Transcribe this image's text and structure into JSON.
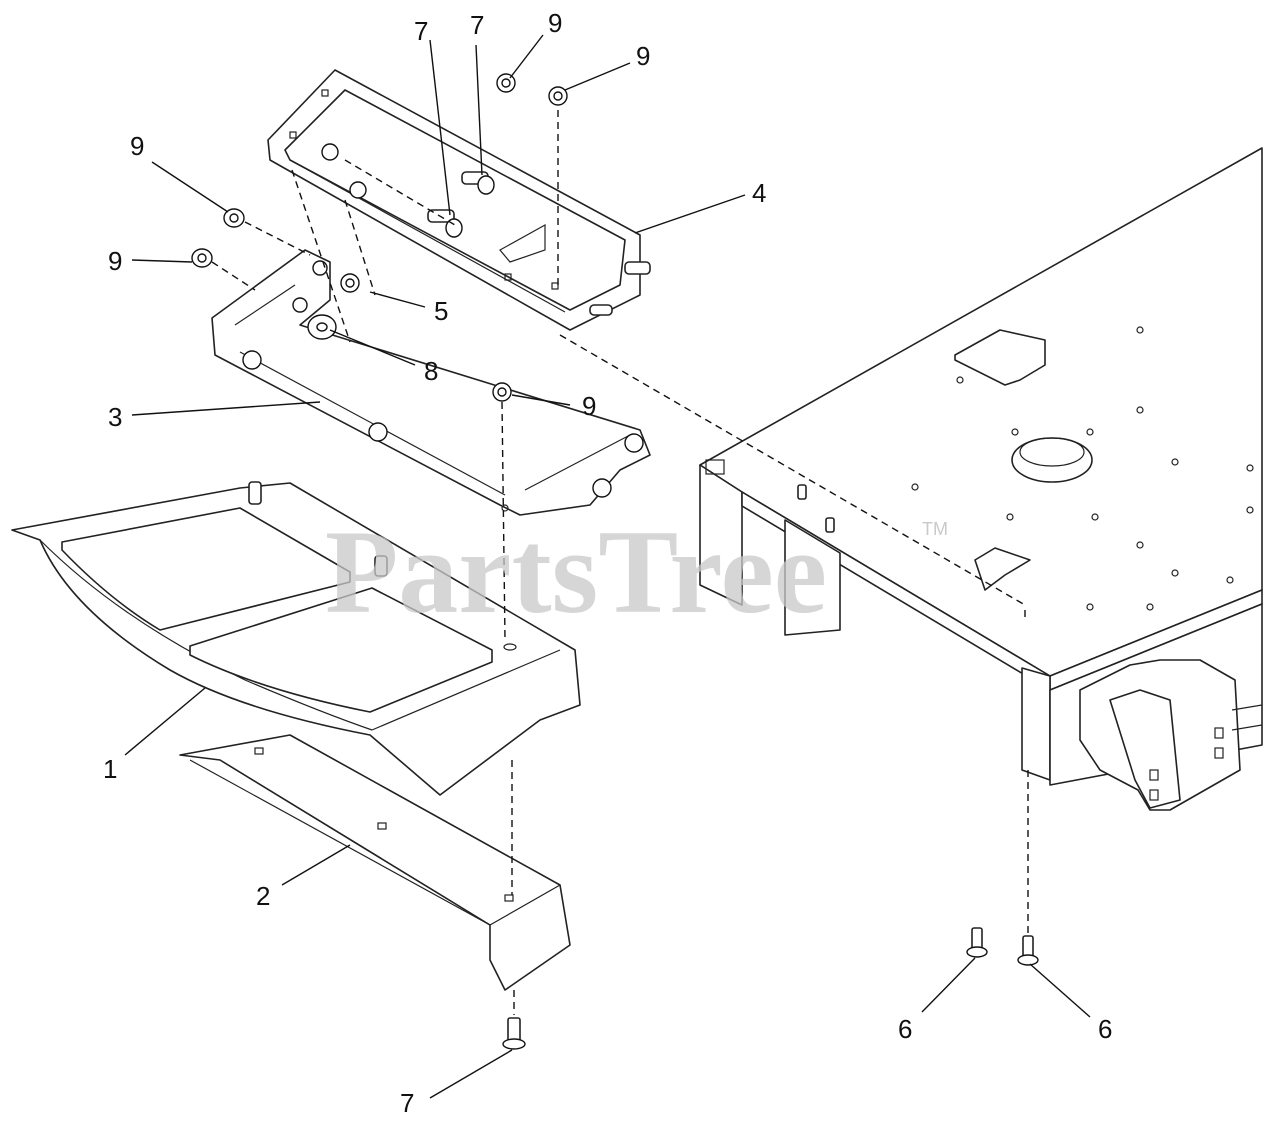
{
  "watermark": {
    "text": "PartsTree",
    "trademark": "TM"
  },
  "callouts": [
    {
      "id": "c1",
      "label": "1"
    },
    {
      "id": "c2",
      "label": "2"
    },
    {
      "id": "c3",
      "label": "3"
    },
    {
      "id": "c4",
      "label": "4"
    },
    {
      "id": "c5",
      "label": "5"
    },
    {
      "id": "c6a",
      "label": "6"
    },
    {
      "id": "c6b",
      "label": "6"
    },
    {
      "id": "c7a",
      "label": "7"
    },
    {
      "id": "c7b",
      "label": "7"
    },
    {
      "id": "c7c",
      "label": "7"
    },
    {
      "id": "c8",
      "label": "8"
    },
    {
      "id": "c9a",
      "label": "9"
    },
    {
      "id": "c9b",
      "label": "9"
    },
    {
      "id": "c9c",
      "label": "9"
    },
    {
      "id": "c9d",
      "label": "9"
    },
    {
      "id": "c9e",
      "label": "9"
    }
  ]
}
